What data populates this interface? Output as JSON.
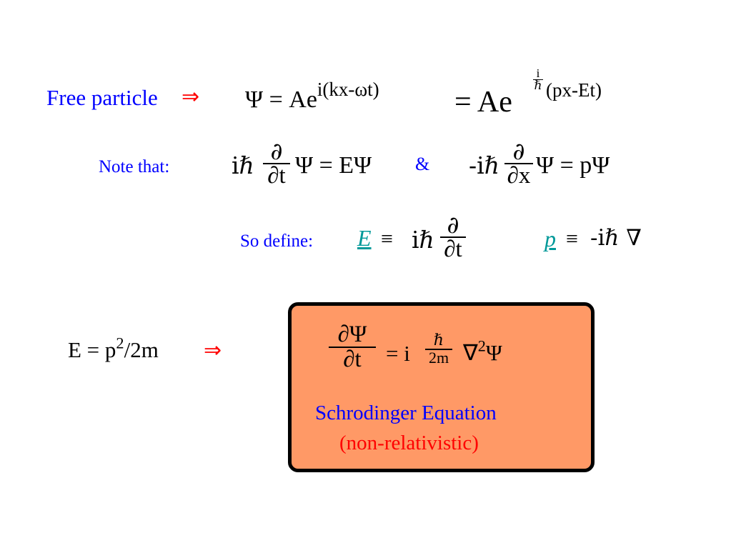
{
  "row1": {
    "label": "Free particle",
    "arrow": "⇒",
    "eq_lhs": "Ψ = Ae",
    "eq_exp": "i(kx-ωt)",
    "eq2_lhs": "= Ae",
    "exp_num": "i",
    "exp_den": "ℏ",
    "exp_tail": "(px-Et)"
  },
  "row2": {
    "label": "Note that:",
    "ihbar": "iℏ",
    "d": "∂",
    "dt": "∂t",
    "eq_tail": "Ψ = EΨ",
    "amp": "&",
    "mihbar": "-iℏ",
    "dx": "∂x",
    "eq2_tail": "Ψ = pΨ"
  },
  "row3": {
    "label": "So define:",
    "E_op": "E",
    "equiv": "≡",
    "ihbar": "iℏ",
    "d": "∂",
    "dt": "∂t",
    "p_op": "p",
    "equiv2": "≡",
    "p_rhs": "-iℏ ∇"
  },
  "row4": {
    "energy": "E = p",
    "energy_sup": "2",
    "energy_tail": "/2m",
    "arrow": "⇒"
  },
  "box": {
    "fill_color": "#ff9966",
    "num": "∂Ψ",
    "den": "∂t",
    "eq_i": "= i",
    "hbar": "ℏ",
    "two_m": "2m",
    "laplacian": "∇",
    "laplacian_sup": "2",
    "psi": "Ψ",
    "title": "Schrodinger Equation",
    "subtitle": "(non-relativistic)"
  }
}
